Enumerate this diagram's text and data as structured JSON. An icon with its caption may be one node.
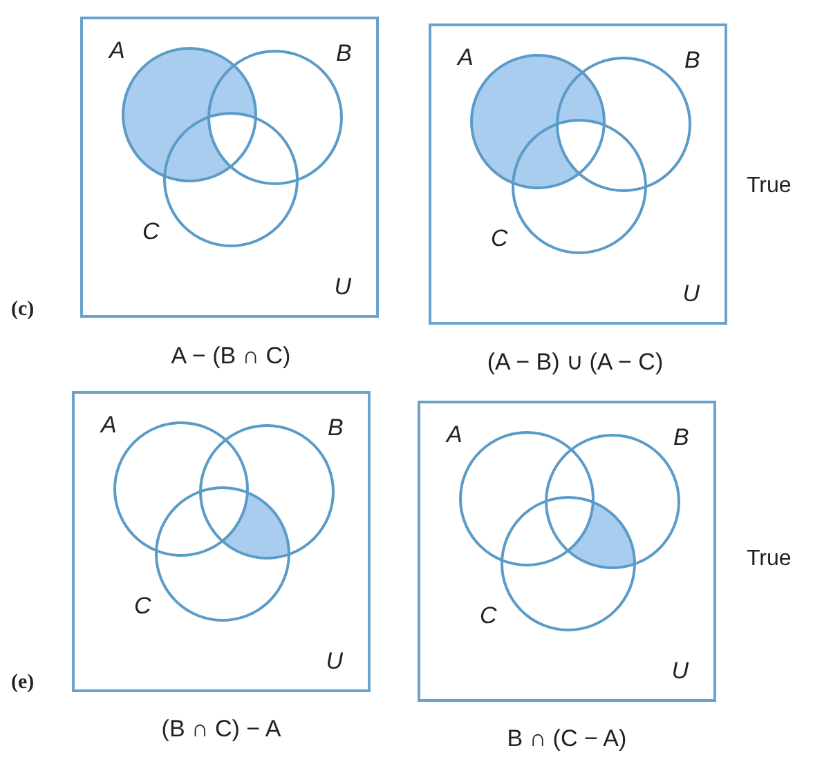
{
  "diagram": {
    "nodes": [
      {
        "text": [
          "U"
        ],
        "beside": [
          "A − (B ∩ C)"
        ]
      },
      {
        "text": [
          "A"
        ],
        "in": 0
      },
      {
        "text": [
          "B"
        ],
        "in": 0
      },
      {
        "text": [
          "C"
        ],
        "in": 0
      },
      {
        "text": [
          "U"
        ],
        "beside": [
          "(A − B) ∪ (A − C)"
        ]
      },
      {
        "text": [
          "A"
        ],
        "in": 4
      },
      {
        "text": [
          "B"
        ],
        "in": 4
      },
      {
        "text": [
          "C"
        ],
        "in": 4
      },
      {
        "text": [
          "U"
        ],
        "beside": [
          "(B ∩ C) − A"
        ]
      },
      {
        "text": [
          "A"
        ],
        "in": 8
      },
      {
        "text": [
          "B"
        ],
        "in": 8
      },
      {
        "text": [
          "C"
        ],
        "in": 8
      },
      {
        "text": [
          "U"
        ],
        "beside": [
          "B ∩ (C − A)"
        ]
      },
      {
        "text": [
          "A"
        ],
        "in": 12
      },
      {
        "text": [
          "B"
        ],
        "in": 12
      },
      {
        "text": [
          "C"
        ],
        "in": 12
      }
    ],
    "labels": [
      "True",
      "(c)",
      "True",
      "(e)"
    ]
  }
}
